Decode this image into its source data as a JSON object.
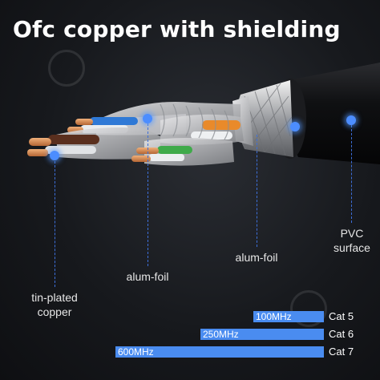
{
  "title": "Ofc copper with shielding",
  "labels": {
    "tin_plated": "tin-plated copper",
    "alum_foil_inner": "alum-foil",
    "alum_foil_outer": "alum-foil",
    "pvc": "PVC surface"
  },
  "categories": [
    {
      "name": "Cat 5",
      "bandwidth": "100MHz"
    },
    {
      "name": "Cat 6",
      "bandwidth": "250MHz"
    },
    {
      "name": "Cat 7",
      "bandwidth": "600MHz"
    }
  ],
  "colors": {
    "accent": "#4a8cf0",
    "background": "#17191d",
    "jacket": "#0c0c0e",
    "copper": "#d9894f"
  }
}
